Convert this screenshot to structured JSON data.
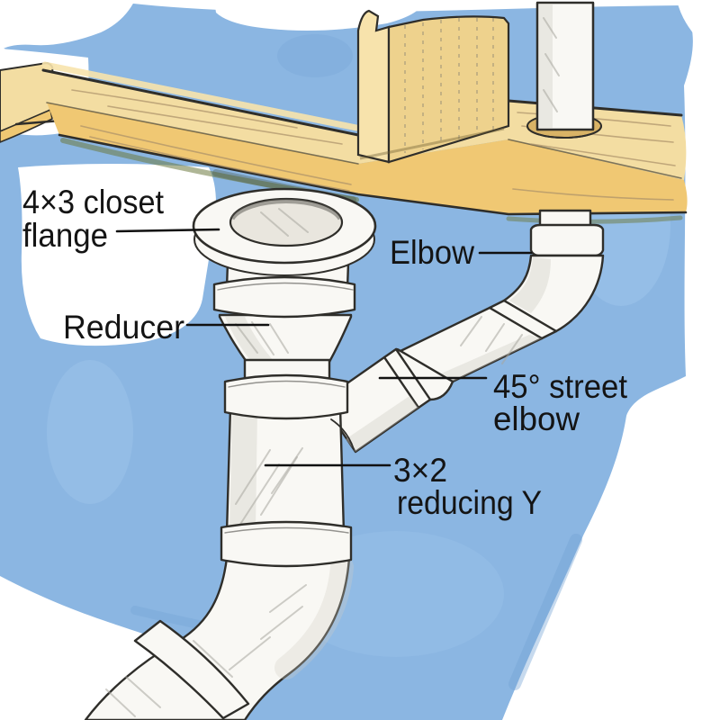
{
  "labels": [
    {
      "id": "closet-flange",
      "lines": [
        "4×3 closet",
        "flange"
      ]
    },
    {
      "id": "reducer",
      "lines": [
        "Reducer"
      ]
    },
    {
      "id": "elbow",
      "lines": [
        "Elbow"
      ]
    },
    {
      "id": "street-elbow",
      "lines": [
        "45° street",
        "elbow"
      ]
    },
    {
      "id": "reducing-y",
      "lines": [
        "3×2",
        "reducing Y"
      ]
    }
  ],
  "colors": {
    "paper": "#ffffff",
    "sky_wash": "#8bb6e2",
    "sky_wash_light": "#aacdf0",
    "sky_wash_dark": "#74a3d4",
    "wood_face": "#f3dda2",
    "wood_band": "#f0c873",
    "wood_stud_light": "#f7e3ac",
    "wood_stud_dark": "#eed28d",
    "wood_hole": "#d9b366",
    "wood_grain": "#a9906a",
    "board_shadow_green": "#6e7a40",
    "pipe_white": "#f9f8f4",
    "pipe_shade": "#cfcdc5",
    "pipe_hatch": "#a8a69e",
    "pipe_interior": "#e9e6de",
    "ink_outline": "#2f2e2a",
    "label_text": "#141414",
    "leader_line": "#111111"
  }
}
